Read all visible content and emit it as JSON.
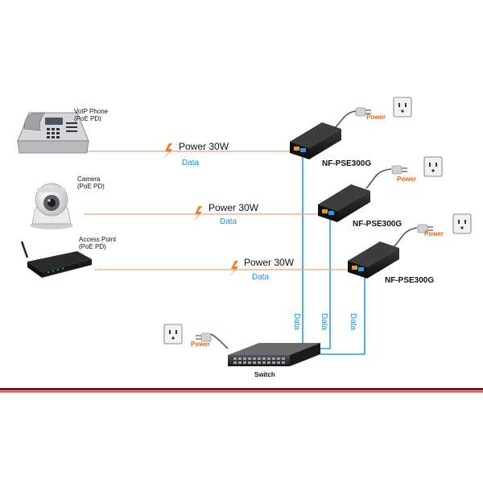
{
  "devices": {
    "voip": {
      "line1": "VoIP Phone",
      "line2": "(PoE PD)"
    },
    "camera": {
      "line1": "Camera",
      "line2": "(PoE PD)"
    },
    "access_point": {
      "line1": "Access Point",
      "line2": "(PoE PD)"
    }
  },
  "links": [
    {
      "power": "Power 30W",
      "data": "Data"
    },
    {
      "power": "Power 30W",
      "data": "Data"
    },
    {
      "power": "Power 30W",
      "data": "Data"
    }
  ],
  "injectors": [
    {
      "model": "NF-PSE300G",
      "power_tag": "Power"
    },
    {
      "model": "NF-PSE300G",
      "power_tag": "Power"
    },
    {
      "model": "NF-PSE300G",
      "power_tag": "Power"
    }
  ],
  "uplinks": [
    "Data",
    "Data",
    "Data"
  ],
  "switch": {
    "label": "Switch",
    "power_tag": "Power"
  },
  "colors": {
    "power_cable": "#e7a47a",
    "data_cable": "#2d9be0",
    "bolt": "#ef7d20",
    "divider_dark": "#6b1616",
    "divider_red": "#d42a2a"
  }
}
